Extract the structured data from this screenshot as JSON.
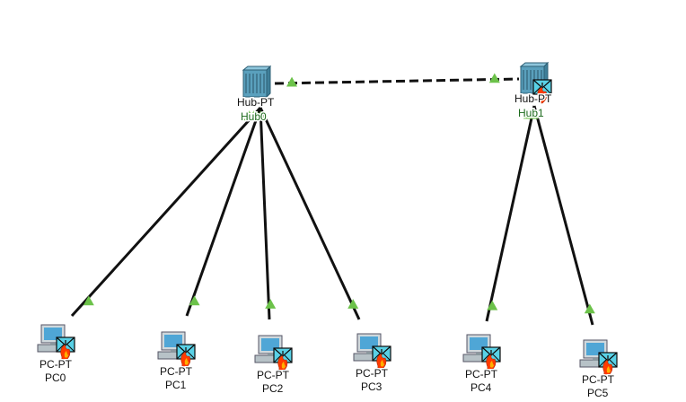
{
  "topology": {
    "hubs": [
      {
        "id": "hub0",
        "type_label": "Hub-PT",
        "name": "Hub0",
        "has_envelope": false
      },
      {
        "id": "hub1",
        "type_label": "Hub-PT",
        "name": "Hub1",
        "has_envelope": true
      }
    ],
    "pcs": [
      {
        "id": "pc0",
        "type_label": "PC-PT",
        "name": "PC0",
        "has_envelope": true
      },
      {
        "id": "pc1",
        "type_label": "PC-PT",
        "name": "PC1",
        "has_envelope": true
      },
      {
        "id": "pc2",
        "type_label": "PC-PT",
        "name": "PC2",
        "has_envelope": true
      },
      {
        "id": "pc3",
        "type_label": "PC-PT",
        "name": "PC3",
        "has_envelope": true
      },
      {
        "id": "pc4",
        "type_label": "PC-PT",
        "name": "PC4",
        "has_envelope": true
      },
      {
        "id": "pc5",
        "type_label": "PC-PT",
        "name": "PC5",
        "has_envelope": true
      }
    ],
    "links": [
      {
        "from": "hub0",
        "to": "hub1",
        "style": "crossover",
        "status": "up"
      },
      {
        "from": "hub0",
        "to": "pc0",
        "style": "straight",
        "status": "up"
      },
      {
        "from": "hub0",
        "to": "pc1",
        "style": "straight",
        "status": "up"
      },
      {
        "from": "hub0",
        "to": "pc2",
        "style": "straight",
        "status": "up"
      },
      {
        "from": "hub0",
        "to": "pc3",
        "style": "straight",
        "status": "up"
      },
      {
        "from": "hub1",
        "to": "pc4",
        "style": "straight",
        "status": "up"
      },
      {
        "from": "hub1",
        "to": "pc5",
        "style": "straight",
        "status": "up"
      }
    ],
    "colors": {
      "link": "#111111",
      "link_up_indicator": "#6cc24a",
      "hub_body": "#5aa0bd",
      "pc_screen": "#4fa6d6",
      "envelope": "#59d1e6",
      "envelope_flame": "#ff3b00"
    },
    "icons": {
      "hub": "hub-icon",
      "pc": "pc-icon",
      "pdu": "pdu-envelope-icon"
    }
  }
}
